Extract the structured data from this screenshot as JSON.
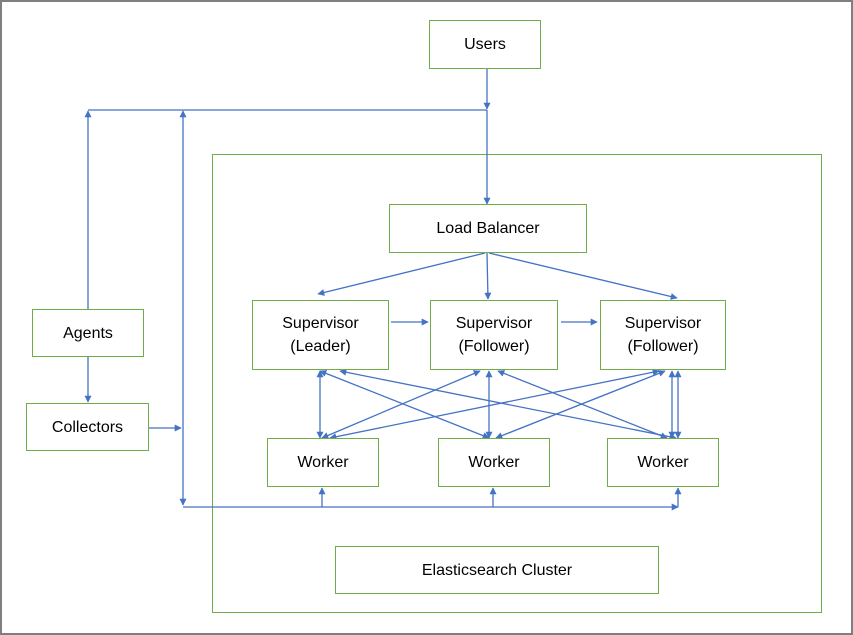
{
  "colors": {
    "box_border": "#70ad47",
    "arrow": "#4472c4",
    "frame_border": "#7f7f7f"
  },
  "nodes": {
    "users": "Users",
    "load_balancer": "Load Balancer",
    "agents": "Agents",
    "collectors": "Collectors",
    "supervisor_leader": {
      "line1": "Supervisor",
      "line2": "(Leader)"
    },
    "supervisor_follower_1": {
      "line1": "Supervisor",
      "line2": "(Follower)"
    },
    "supervisor_follower_2": {
      "line1": "Supervisor",
      "line2": "(Follower)"
    },
    "worker_1": "Worker",
    "worker_2": "Worker",
    "worker_3": "Worker",
    "elasticsearch": "Elasticsearch Cluster"
  }
}
